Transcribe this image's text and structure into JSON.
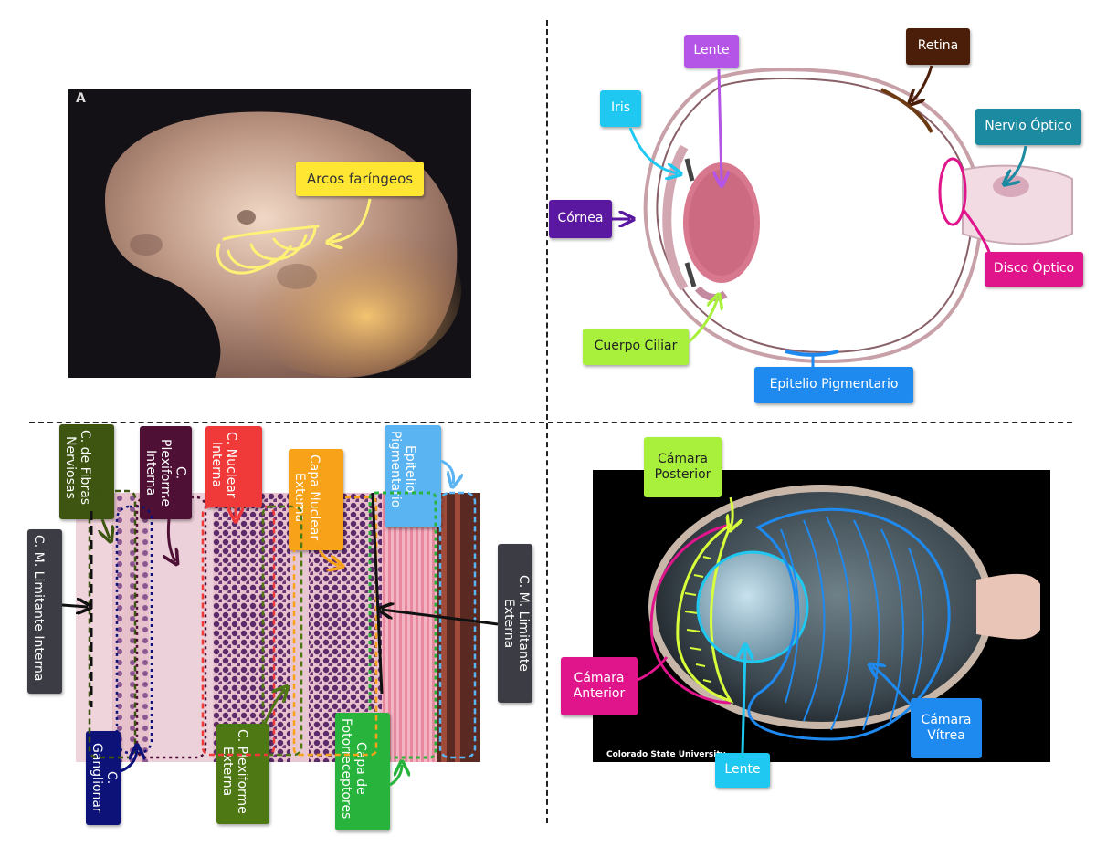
{
  "panels": {
    "embryo": {
      "labels": {
        "arcos": "Arcos faríngeos"
      }
    },
    "eye_section": {
      "labels": {
        "lente": "Lente",
        "retina": "Retina",
        "iris": "Iris",
        "nervio": "Nervio Óptico",
        "cornea": "Córnea",
        "disco": "Disco Óptico",
        "ciliar": "Cuerpo Ciliar",
        "epitelio": "Epitelio Pigmentario"
      }
    },
    "retina_layers": {
      "labels": {
        "fibras": "C. de Fibras\nNerviosas",
        "plexi": "C. Plexiforme\nInterna",
        "nuci": "C. Nuclear\nInterna",
        "nuce": "Capa Nuclear\nExterna",
        "epig": "Epitelio\nPigmentario",
        "limint": "C. M. Limitante Interna",
        "limext": "C. M. Limitante Externa",
        "gang": "C. Ganglionar",
        "plexe": "C. Plexiforme\nExterna",
        "foto": "Capa de\nFotorreceptores"
      }
    },
    "gross_eye": {
      "labels": {
        "posterior": "Cámara\nPosterior",
        "anterior": "Cámara\nAnterior",
        "vitrea": "Cámara\nVítrea",
        "lente2": "Lente"
      },
      "credit": "Colorado State University"
    }
  },
  "colors": {
    "yellow": "#ffe633",
    "purple": "#b455e8",
    "brown": "#4a1e08",
    "cyan": "#1ec8f0",
    "teal": "#1c8aa0",
    "violet": "#5a18a0",
    "magenta": "#e0158c",
    "lime": "#a8f03c",
    "blue": "#1e8af0",
    "olive": "#3d5510",
    "plum": "#4e1035",
    "red": "#f03a3a",
    "orange": "#f7a219",
    "skyblue": "#5ab4f2",
    "slate": "#3c3c44",
    "navy": "#0c1278",
    "moss": "#4e7814",
    "green": "#28b43c"
  }
}
